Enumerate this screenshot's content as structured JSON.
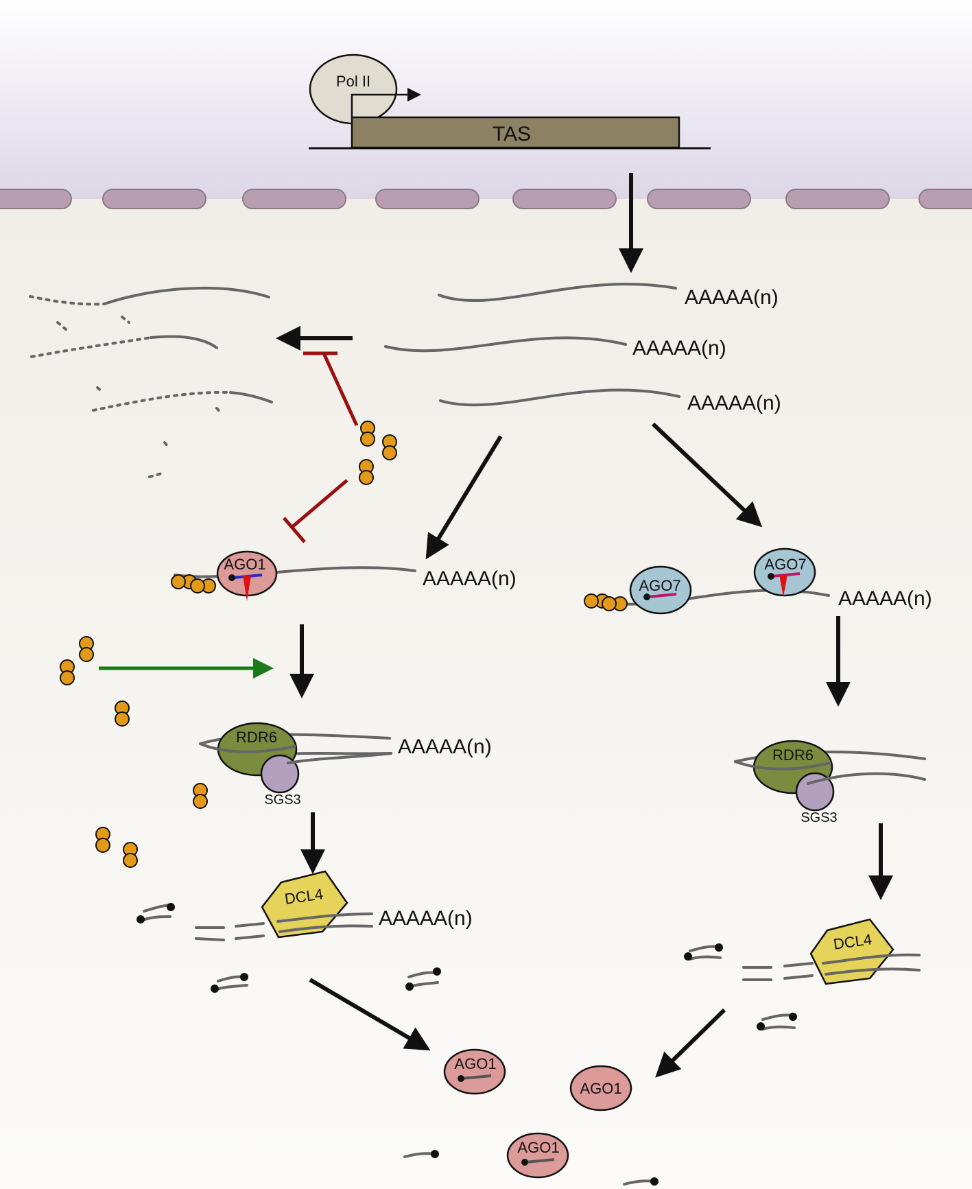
{
  "colors": {
    "nucleus": "#ddd6e6",
    "cytoplasm": "#f3f1ec",
    "envelope": "#b99db0",
    "tas_gene": "#8c8263",
    "polII": "#e0dccf",
    "ago1": "#dc9a98",
    "ago7": "#a6c6d3",
    "rdr6": "#7b8c3f",
    "sgs3": "#b3a0be",
    "dcl4": "#e6d35a",
    "protein": "#e39a1b",
    "inhibition": "#9a1010",
    "activation": "#1a7a1a"
  },
  "labels": {
    "pol_ii": "Pol II",
    "tas": "TAS",
    "poly_a": "AAAAA(n)",
    "ago1": "AGO1",
    "ago7": "AGO7",
    "rdr6": "RDR6",
    "sgs3": "SGS3",
    "dcl4": "DCL4"
  }
}
